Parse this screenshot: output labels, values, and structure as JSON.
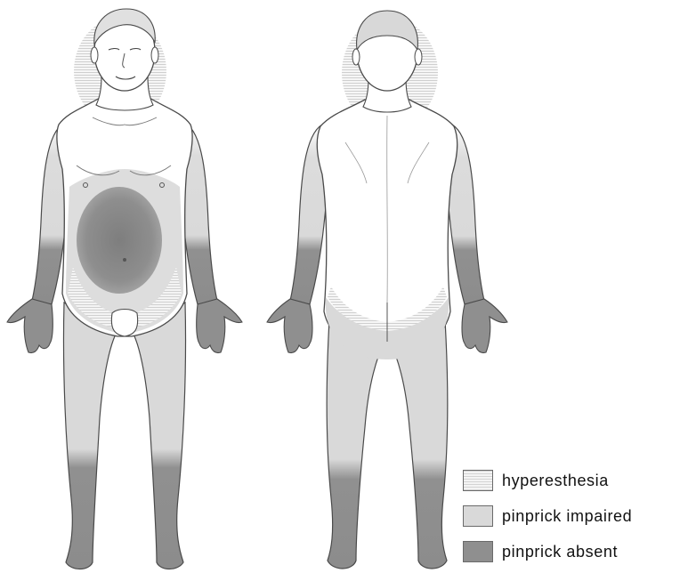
{
  "figure": {
    "views": [
      "front",
      "back"
    ]
  },
  "legend": {
    "items": [
      {
        "key": "hyperesthesia",
        "label": "hyperesthesia",
        "color": "#eeeeee"
      },
      {
        "key": "pinprick-impaired",
        "label": "pinprick impaired",
        "color": "#d9d9d9"
      },
      {
        "key": "pinprick-absent",
        "label": "pinprick absent",
        "color": "#8f8f8f"
      }
    ]
  },
  "colors": {
    "skin": "#ffffff",
    "outline": "#4a4a4a",
    "impaired": "#d9d9d9",
    "absent": "#8f8f8f",
    "hyperesthesia": "#eeeeee"
  }
}
